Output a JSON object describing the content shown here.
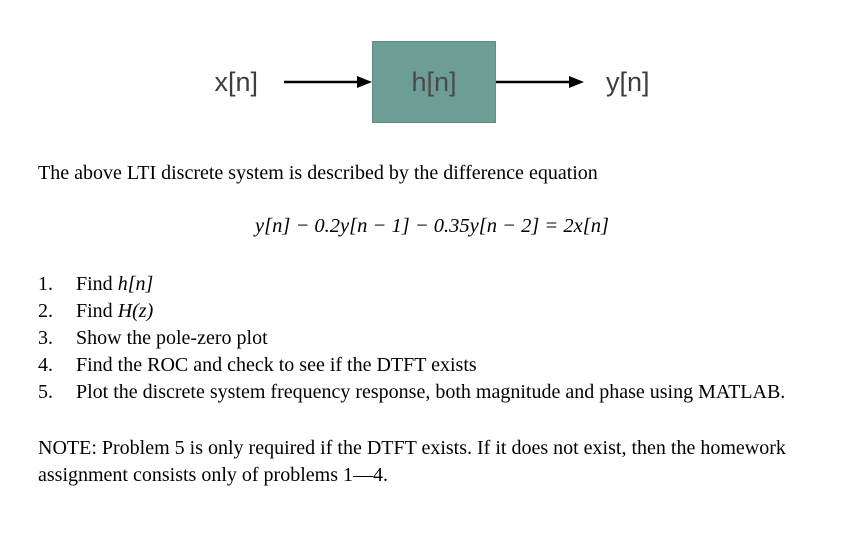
{
  "diagram": {
    "input_label": "x[n]",
    "block_label": "h[n]",
    "output_label": "y[n]"
  },
  "intro": "The above LTI discrete system is described by the difference equation",
  "equation": "y[n] − 0.2y[n − 1] − 0.35y[n − 2] = 2x[n]",
  "problems": [
    {
      "num": "1.",
      "pre": "Find ",
      "math": "h[n]",
      "post": ""
    },
    {
      "num": "2.",
      "pre": "Find ",
      "math": "H(z)",
      "post": ""
    },
    {
      "num": "3.",
      "pre": "Show the pole-zero plot",
      "math": "",
      "post": ""
    },
    {
      "num": "4.",
      "pre": "Find the ROC and check to see if the DTFT exists",
      "math": "",
      "post": ""
    },
    {
      "num": "5.",
      "pre": "Plot the discrete system frequency response, both magnitude and phase using MATLAB.",
      "math": "",
      "post": ""
    }
  ],
  "note": "NOTE: Problem 5 is only required if the DTFT exists. If it does not exist, then the homework assignment consists only of problems 1—4.",
  "colors": {
    "background": "#ffffff",
    "block_fill": "#6d9e95",
    "block_border": "#5f8c84",
    "block_label": "#4a4a4a",
    "signal_label": "#3d3d3d",
    "arrow": "#000000",
    "text": "#000000"
  }
}
